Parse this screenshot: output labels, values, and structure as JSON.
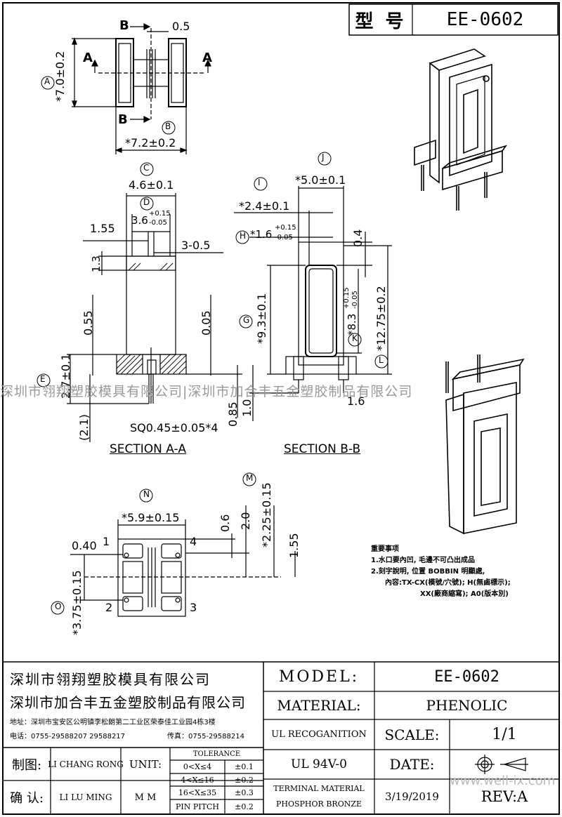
{
  "header": {
    "model_label": "型 号",
    "model_value": "EE-0602"
  },
  "views": {
    "top": {
      "dim_a": "*7.0±0.2",
      "dim_b": "*7.2±0.2",
      "gap": "0.5",
      "section_b": "B",
      "section_a": "A",
      "mark_a": "A",
      "mark_b": "B"
    },
    "section_aa": {
      "title": "SECTION A-A",
      "dim_c": "4.6±0.1",
      "mark_c": "C",
      "dim_d": "3.6",
      "dim_d_tol_up": "+0.15",
      "dim_d_tol_dn": "-0.05",
      "mark_d": "D",
      "dim_155": "1.55",
      "dim_13": "1.3",
      "dim_3_05": "3-0.5",
      "dim_055": "0.55",
      "dim_005": "0.05",
      "dim_e": "2.7±0.1",
      "mark_e": "E",
      "dim_21": "(2.1)",
      "dim_085": "0.85",
      "pin_sq": "SQ0.45±0.05*4"
    },
    "section_bb": {
      "title": "SECTION B-B",
      "dim_j": "*5.0±0.1",
      "mark_j": "J",
      "dim_i": "*2.4±0.1",
      "mark_i": "I",
      "dim_h": "*1.6",
      "dim_h_tol_up": "+0.15",
      "dim_h_tol_dn": "-0.05",
      "mark_h": "H",
      "dim_04": "0.4",
      "dim_g": "*9.3±0.1",
      "mark_g": "G",
      "dim_k": "*8.3",
      "dim_k_tol_up": "+0.15",
      "dim_k_tol_dn": "-0.05",
      "mark_k": "K",
      "dim_l": "*12.75±0.2",
      "mark_l": "L",
      "dim_10": "1.0",
      "dim_16": "1.6"
    },
    "bottom": {
      "dim_n": "*5.9±0.15",
      "mark_n": "N",
      "dim_m": "*2.25±0.15",
      "mark_m": "M",
      "dim_06": "0.6",
      "dim_20": "2.0",
      "dim_155": "1.55",
      "dim_040": "0.40",
      "dim_o": "*3.75±0.15",
      "mark_o": "O",
      "pin1": "1",
      "pin2": "2",
      "pin3": "3",
      "pin4": "4"
    }
  },
  "watermark": "深圳市翎翔塑胶模具有限公司|深圳市加合丰五金塑胶制品有限公司",
  "notes": {
    "title": "重要事项",
    "line1": "1.水口要內凹, 毛邊不可凸出成品",
    "line2": "2.刻字說明, 位置 BOBBIN 明顯處,",
    "line3": "內容:TX-CX(模號/穴號); H(無鹵標示);",
    "line4": "XX(廠商縮寫); A0(版本別)"
  },
  "title_block": {
    "company1": "深圳市翎翔塑胶模具有限公司",
    "company2": "深圳市加合丰五金塑胶制品有限公司",
    "address": "地址：深圳市宝安区公明镇李松朗第二工业区荣泰佳工业园4栋3楼",
    "phone": "电话：0755-29588207  29588217",
    "fax": "传真：0755-29588214",
    "model_label": "MODEL:",
    "model_value": "EE-0602",
    "material_label": "MATERIAL:",
    "material_value": "PHENOLIC",
    "ul_label": "UL RECOGANITION",
    "ul_value": "UL 94V-0",
    "scale_label": "SCALE:",
    "scale_value": "1/1",
    "date_label": "DATE:",
    "date_value": "3/19/2019",
    "rev_label": "REV:A",
    "terminal_label1": "TERMINAL MATERIAL",
    "terminal_label2": "PHOSPHOR  BRONZE",
    "drawn_label": "制图:",
    "drawn_value": "LI CHANG RONG",
    "check_label": "确 认:",
    "check_value": "LI LU MING",
    "unit_label": "UNIT:",
    "unit_value": "M M",
    "tolerance_title": "TOLERANCE",
    "tol_rows": [
      {
        "range": "0<X≤4",
        "tol": "±0.1"
      },
      {
        "range": "4<X≤16",
        "tol": "±0.2"
      },
      {
        "range": "16<X≤35",
        "tol": "±0.3"
      },
      {
        "range": "PIN PITCH",
        "tol": "±0.2"
      }
    ],
    "site": "www.well-ix.com"
  }
}
